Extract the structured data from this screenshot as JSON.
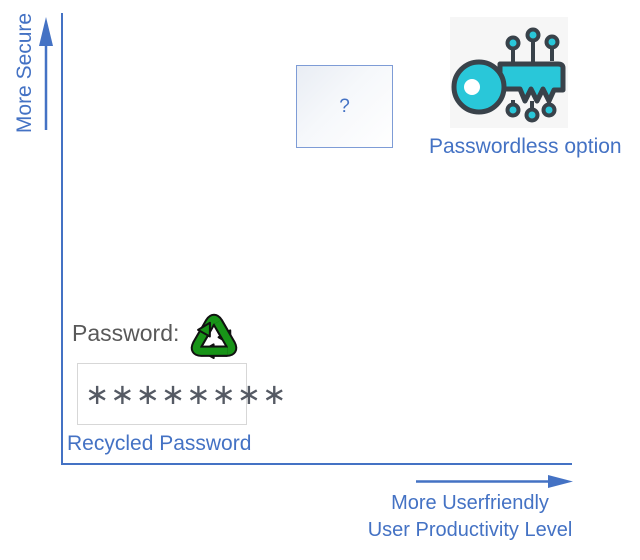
{
  "colors": {
    "accent_blue": "#4472C4",
    "gray_text": "#595959",
    "key_cyan": "#29C7D9",
    "key_outline": "#39424A",
    "recycle_green": "#189418",
    "box_border_blue": "#7E9CD6",
    "field_border": "#D7D7D7",
    "asterisk_gray": "#555A64",
    "icon_bg": "#F6F6F6"
  },
  "y_axis": {
    "label": "More Secure"
  },
  "x_axis": {
    "label_line1": "More Userfriendly",
    "label_line2": "User Productivity Level"
  },
  "unknown_option": {
    "symbol": "?"
  },
  "passwordless_option": {
    "caption": "Passwordless option",
    "icon": "key-circuit"
  },
  "recycled_password": {
    "field_label": "Password:",
    "masked_value": "∗∗∗∗∗∗∗∗",
    "caption": "Recycled Password",
    "icon": "recycle"
  }
}
